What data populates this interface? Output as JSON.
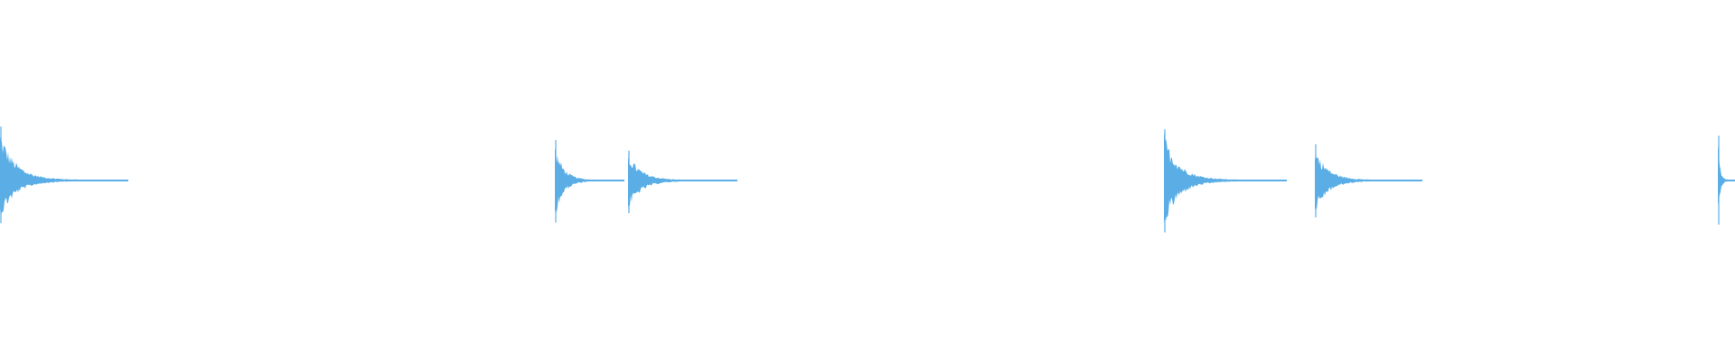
{
  "waveform": {
    "color": "#5aaee5",
    "background": "#ffffff",
    "events": [
      {
        "onset_fraction": 0.0,
        "peak_up": 0.76,
        "peak_down": 0.6,
        "decay": 0.074
      },
      {
        "onset_fraction": 0.32,
        "peak_up": 0.57,
        "peak_down": 0.59,
        "decay": 0.04
      },
      {
        "onset_fraction": 0.362,
        "peak_up": 0.42,
        "peak_down": 0.46,
        "decay": 0.063
      },
      {
        "onset_fraction": 0.671,
        "peak_up": 0.72,
        "peak_down": 0.73,
        "decay": 0.071
      },
      {
        "onset_fraction": 0.758,
        "peak_up": 0.51,
        "peak_down": 0.52,
        "decay": 0.062
      },
      {
        "onset_fraction": 0.99,
        "peak_up": 0.63,
        "peak_down": 0.62,
        "decay": 0.01
      }
    ]
  }
}
